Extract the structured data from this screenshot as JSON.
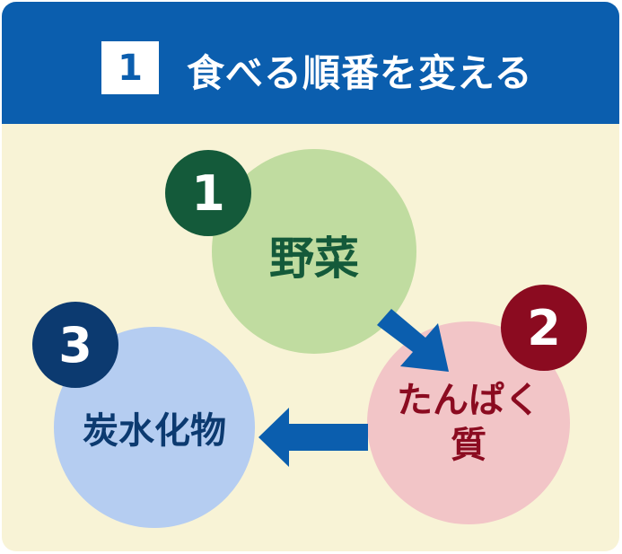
{
  "header": {
    "number": "1",
    "title": "食べる順番を変える"
  },
  "steps": [
    {
      "number": "1",
      "label": "野菜",
      "circle_color": "#c0dca0",
      "badge_color": "#145a3a",
      "text_color": "#145a3a"
    },
    {
      "number": "2",
      "label": "たんぱく質",
      "line1": "たんぱく",
      "line2": "質",
      "circle_color": "#f2c5c7",
      "badge_color": "#8b0b20",
      "text_color": "#8b0b20"
    },
    {
      "number": "3",
      "label": "炭水化物",
      "circle_color": "#b5cdf1",
      "badge_color": "#0c3a70",
      "text_color": "#0c3a70"
    }
  ],
  "colors": {
    "header": "#0b5eae",
    "background": "#f8f3d6",
    "arrow": "#0b5eae"
  }
}
